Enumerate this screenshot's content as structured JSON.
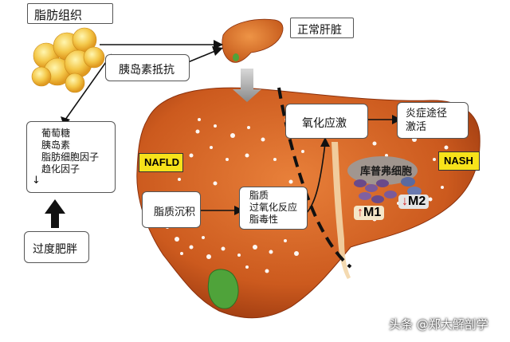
{
  "labels": {
    "adipose_tissue": "脂肪组织",
    "normal_liver": "正常肝脏",
    "insulin_resistance": "胰岛素抵抗",
    "factors": [
      "葡萄糖",
      "胰岛素",
      "脂肪细胞因子",
      "趋化因子"
    ],
    "obesity": "过度肥胖",
    "nafld": "NAFLD",
    "lipid_accumulation": "脂质沉积",
    "lipid_effects": [
      "脂质",
      "过氧化反应",
      "脂毒性"
    ],
    "oxidative_stress": "氧化应激",
    "inflammation": [
      "炎症途径",
      "激活"
    ],
    "nash": "NASH",
    "kupffer": "库普弗细胞",
    "m1": "M1",
    "m2": "M2"
  },
  "watermark": {
    "prefix": "头条",
    "handle": "@郑大解剖学"
  },
  "colors": {
    "liver": "#c9501a",
    "liver_light": "#e07a32",
    "tag_yellow": "#f7e21a",
    "arrow_red": "#d21f1f",
    "gallbladder": "#5aa83a"
  }
}
